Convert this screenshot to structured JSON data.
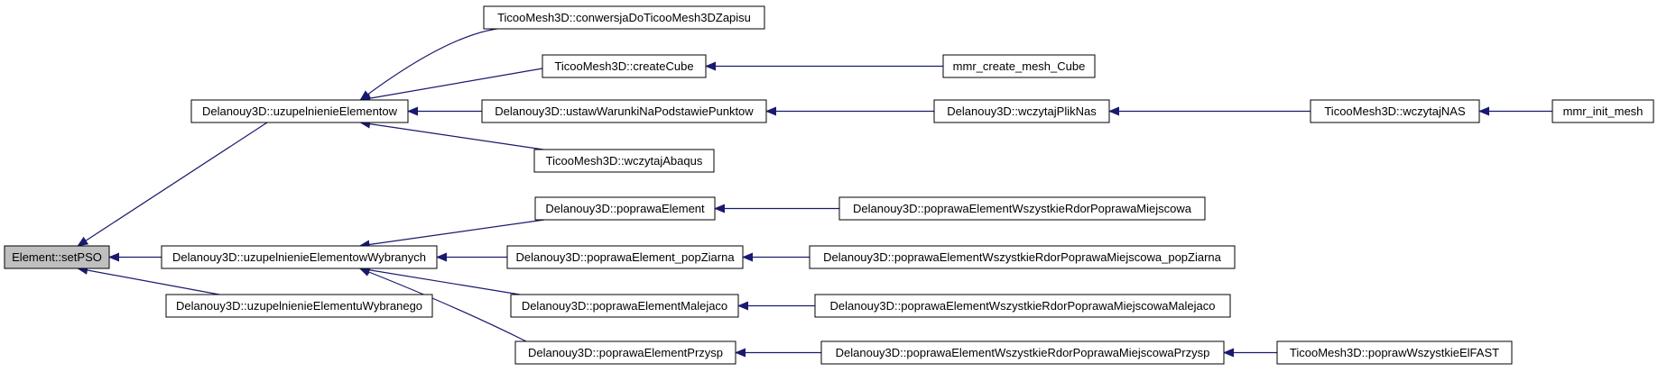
{
  "colors": {
    "edge": "#191970",
    "node_border": "#000000",
    "node_fill": "#ffffff",
    "root_fill": "#bfbfbf",
    "text": "#000000"
  },
  "nodes": {
    "setpso": {
      "label": "Element::setPSO",
      "root": true
    },
    "uzupelnienie_elementow": {
      "label": "Delanouy3D::uzupelnienieElementow"
    },
    "uzupelnienie_wybranych": {
      "label": "Delanouy3D::uzupelnienieElementowWybranych"
    },
    "uzupelnienie_wybranego": {
      "label": "Delanouy3D::uzupelnienieElementuWybranego"
    },
    "konwersja": {
      "label": "TicooMesh3D::conwersjaDoTicooMesh3DZapisu"
    },
    "createcube": {
      "label": "TicooMesh3D::createCube"
    },
    "ustaw_warunki": {
      "label": "Delanouy3D::ustawWarunkiNaPodstawiePunktow"
    },
    "wczytaj_abaqus": {
      "label": "TicooMesh3D::wczytajAbaqus"
    },
    "mmr_cube": {
      "label": "mmr_create_mesh_Cube"
    },
    "wczytaj_nas_d": {
      "label": "Delanouy3D::wczytajPlikNas"
    },
    "wczytaj_nas_t": {
      "label": "TicooMesh3D::wczytajNAS"
    },
    "mmr_init": {
      "label": "mmr_init_mesh"
    },
    "poprawa_el": {
      "label": "Delanouy3D::poprawaElement"
    },
    "poprawa_el_pop": {
      "label": "Delanouy3D::poprawaElement_popZiarna"
    },
    "poprawa_el_mal": {
      "label": "Delanouy3D::poprawaElementMalejaco"
    },
    "poprawa_el_prz": {
      "label": "Delanouy3D::poprawaElementPrzysp"
    },
    "pw_miej": {
      "label": "Delanouy3D::poprawaElementWszystkieRdorPoprawaMiejscowa"
    },
    "pw_miej_pop": {
      "label": "Delanouy3D::poprawaElementWszystkieRdorPoprawaMiejscowa_popZiarna"
    },
    "pw_miej_mal": {
      "label": "Delanouy3D::poprawaElementWszystkieRdorPoprawaMiejscowaMalejaco"
    },
    "pw_miej_prz": {
      "label": "Delanouy3D::poprawaElementWszystkieRdorPoprawaMiejscowaPrzysp"
    },
    "popraw_all": {
      "label": "TicooMesh3D::poprawWszystkieElFAST"
    }
  },
  "edges": [
    [
      "uzupelnienie_elementow",
      "setpso"
    ],
    [
      "uzupelnienie_wybranych",
      "setpso"
    ],
    [
      "uzupelnienie_wybranego",
      "setpso"
    ],
    [
      "konwersja",
      "uzupelnienie_elementow"
    ],
    [
      "createcube",
      "uzupelnienie_elementow"
    ],
    [
      "ustaw_warunki",
      "uzupelnienie_elementow"
    ],
    [
      "wczytaj_abaqus",
      "uzupelnienie_elementow"
    ],
    [
      "mmr_cube",
      "createcube"
    ],
    [
      "wczytaj_nas_d",
      "ustaw_warunki"
    ],
    [
      "wczytaj_nas_t",
      "wczytaj_nas_d"
    ],
    [
      "mmr_init",
      "wczytaj_nas_t"
    ],
    [
      "poprawa_el",
      "uzupelnienie_wybranych"
    ],
    [
      "poprawa_el_pop",
      "uzupelnienie_wybranych"
    ],
    [
      "poprawa_el_mal",
      "uzupelnienie_wybranych"
    ],
    [
      "poprawa_el_prz",
      "uzupelnienie_wybranych"
    ],
    [
      "pw_miej",
      "poprawa_el"
    ],
    [
      "pw_miej_pop",
      "poprawa_el_pop"
    ],
    [
      "pw_miej_mal",
      "poprawa_el_mal"
    ],
    [
      "pw_miej_prz",
      "poprawa_el_prz"
    ],
    [
      "popraw_all",
      "pw_miej_prz"
    ]
  ]
}
